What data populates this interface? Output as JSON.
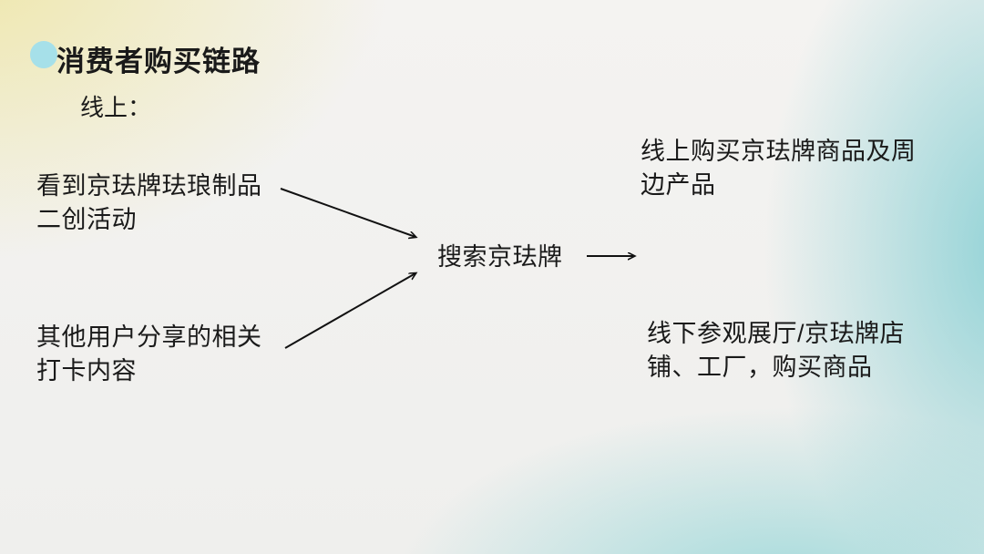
{
  "title": "消费者购买链路",
  "subtitle": "线上：",
  "accent_color": "#a6e0e9",
  "arrow_color": "#111111",
  "flow": {
    "trigger_top": "看到京珐牌珐琅制品\n二创活动",
    "trigger_bottom": "其他用户分享的相关\n打卡内容",
    "center": "搜索京珐牌",
    "outcome_top": "线上购买京珐牌商品及周\n边产品",
    "outcome_bottom": "线下参观展厅/京珐牌店\n铺、工厂，购买商品"
  }
}
